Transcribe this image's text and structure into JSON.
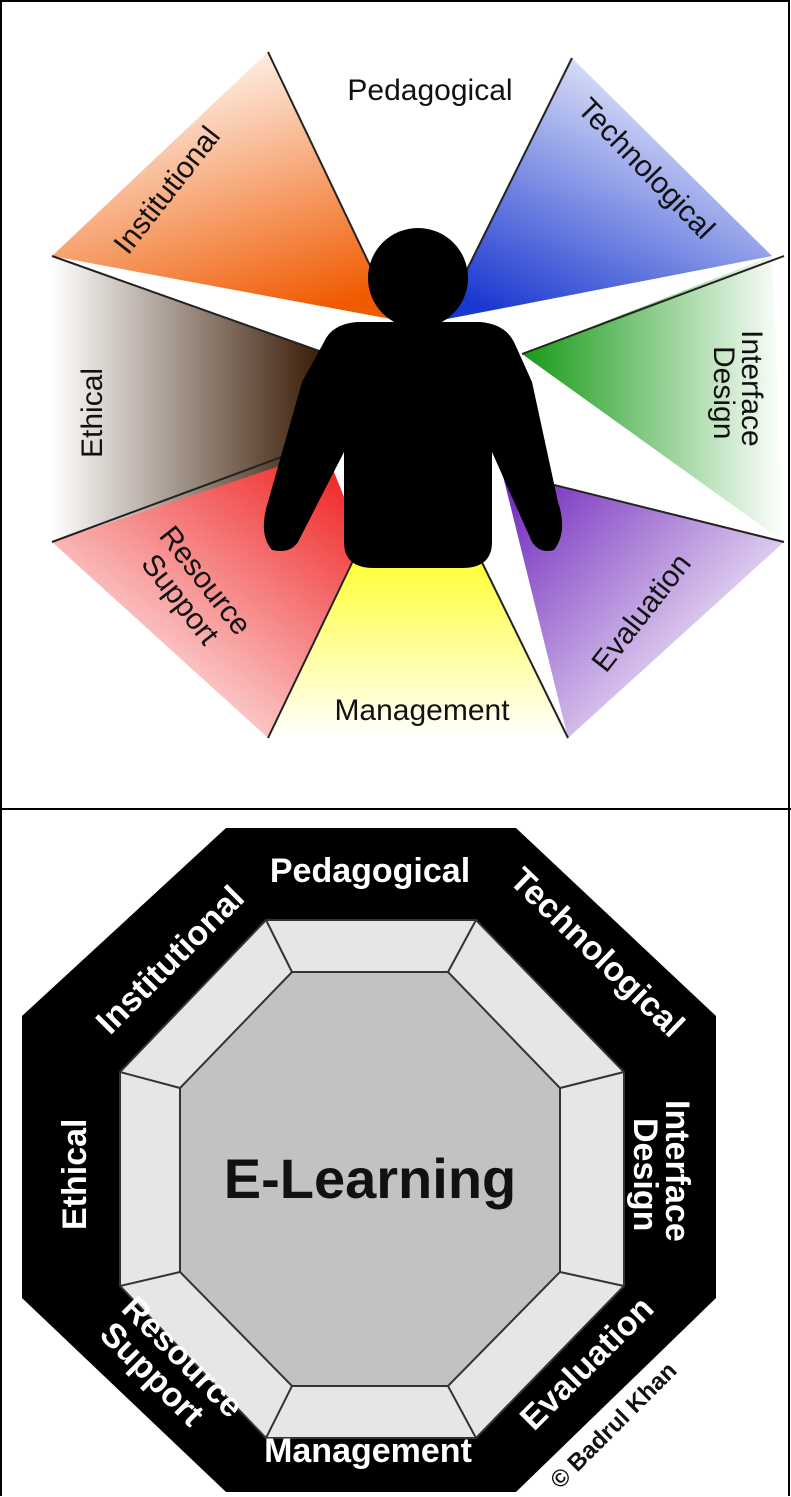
{
  "top_figure": {
    "dimensions": [
      {
        "key": "pedagogical",
        "label": "Pedagogical",
        "color": "#ffffff"
      },
      {
        "key": "technological",
        "label": "Technological",
        "color": "#2a4fd6"
      },
      {
        "key": "interface_design",
        "label": "Interface Design",
        "line1": "Interface",
        "line2": "Design",
        "color": "#2aa62a"
      },
      {
        "key": "evaluation",
        "label": "Evaluation",
        "color": "#7a2fc4"
      },
      {
        "key": "management",
        "label": "Management",
        "color": "#ffff33"
      },
      {
        "key": "resource_support",
        "label": "Resource Support",
        "line1": "Resource",
        "line2": "Support",
        "color": "#ee2222"
      },
      {
        "key": "ethical",
        "label": "Ethical",
        "color": "#4a2a10"
      },
      {
        "key": "institutional",
        "label": "Institutional",
        "color": "#f47a10"
      }
    ]
  },
  "bottom_figure": {
    "center_label": "E-Learning",
    "copyright": "© Badrul Khan",
    "dimensions": [
      {
        "key": "pedagogical",
        "label": "Pedagogical"
      },
      {
        "key": "technological",
        "label": "Technological"
      },
      {
        "key": "interface_design",
        "line1": "Interface",
        "line2": "Design"
      },
      {
        "key": "evaluation",
        "label": "Evaluation"
      },
      {
        "key": "management",
        "label": "Management"
      },
      {
        "key": "resource_support",
        "line1": "Resource",
        "line2": "Support"
      },
      {
        "key": "ethical",
        "label": "Ethical"
      },
      {
        "key": "institutional",
        "label": "Institutional"
      }
    ]
  }
}
